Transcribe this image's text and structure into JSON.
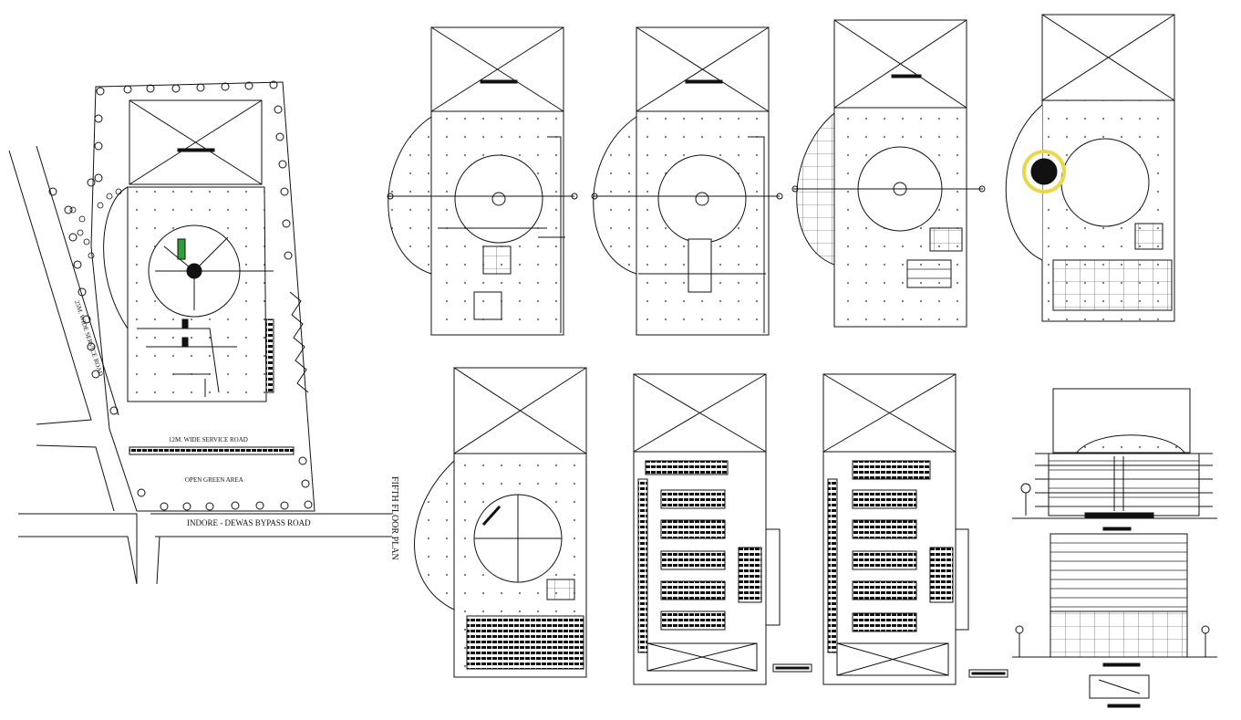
{
  "site": {
    "road_left": "25M. WIDE SERVICE ROAD",
    "road_mid": "12M. WIDE SERVICE ROAD",
    "open_area": "OPEN GREEN AREA",
    "highway": "INDORE - DEWAS BYPASS ROAD"
  },
  "sheet": {
    "plan_label": "FIFTH FLOOR PLAN"
  },
  "colors": {
    "line": "#111111",
    "planting": "#2e9e3a",
    "highlight": "#e8d84a"
  }
}
